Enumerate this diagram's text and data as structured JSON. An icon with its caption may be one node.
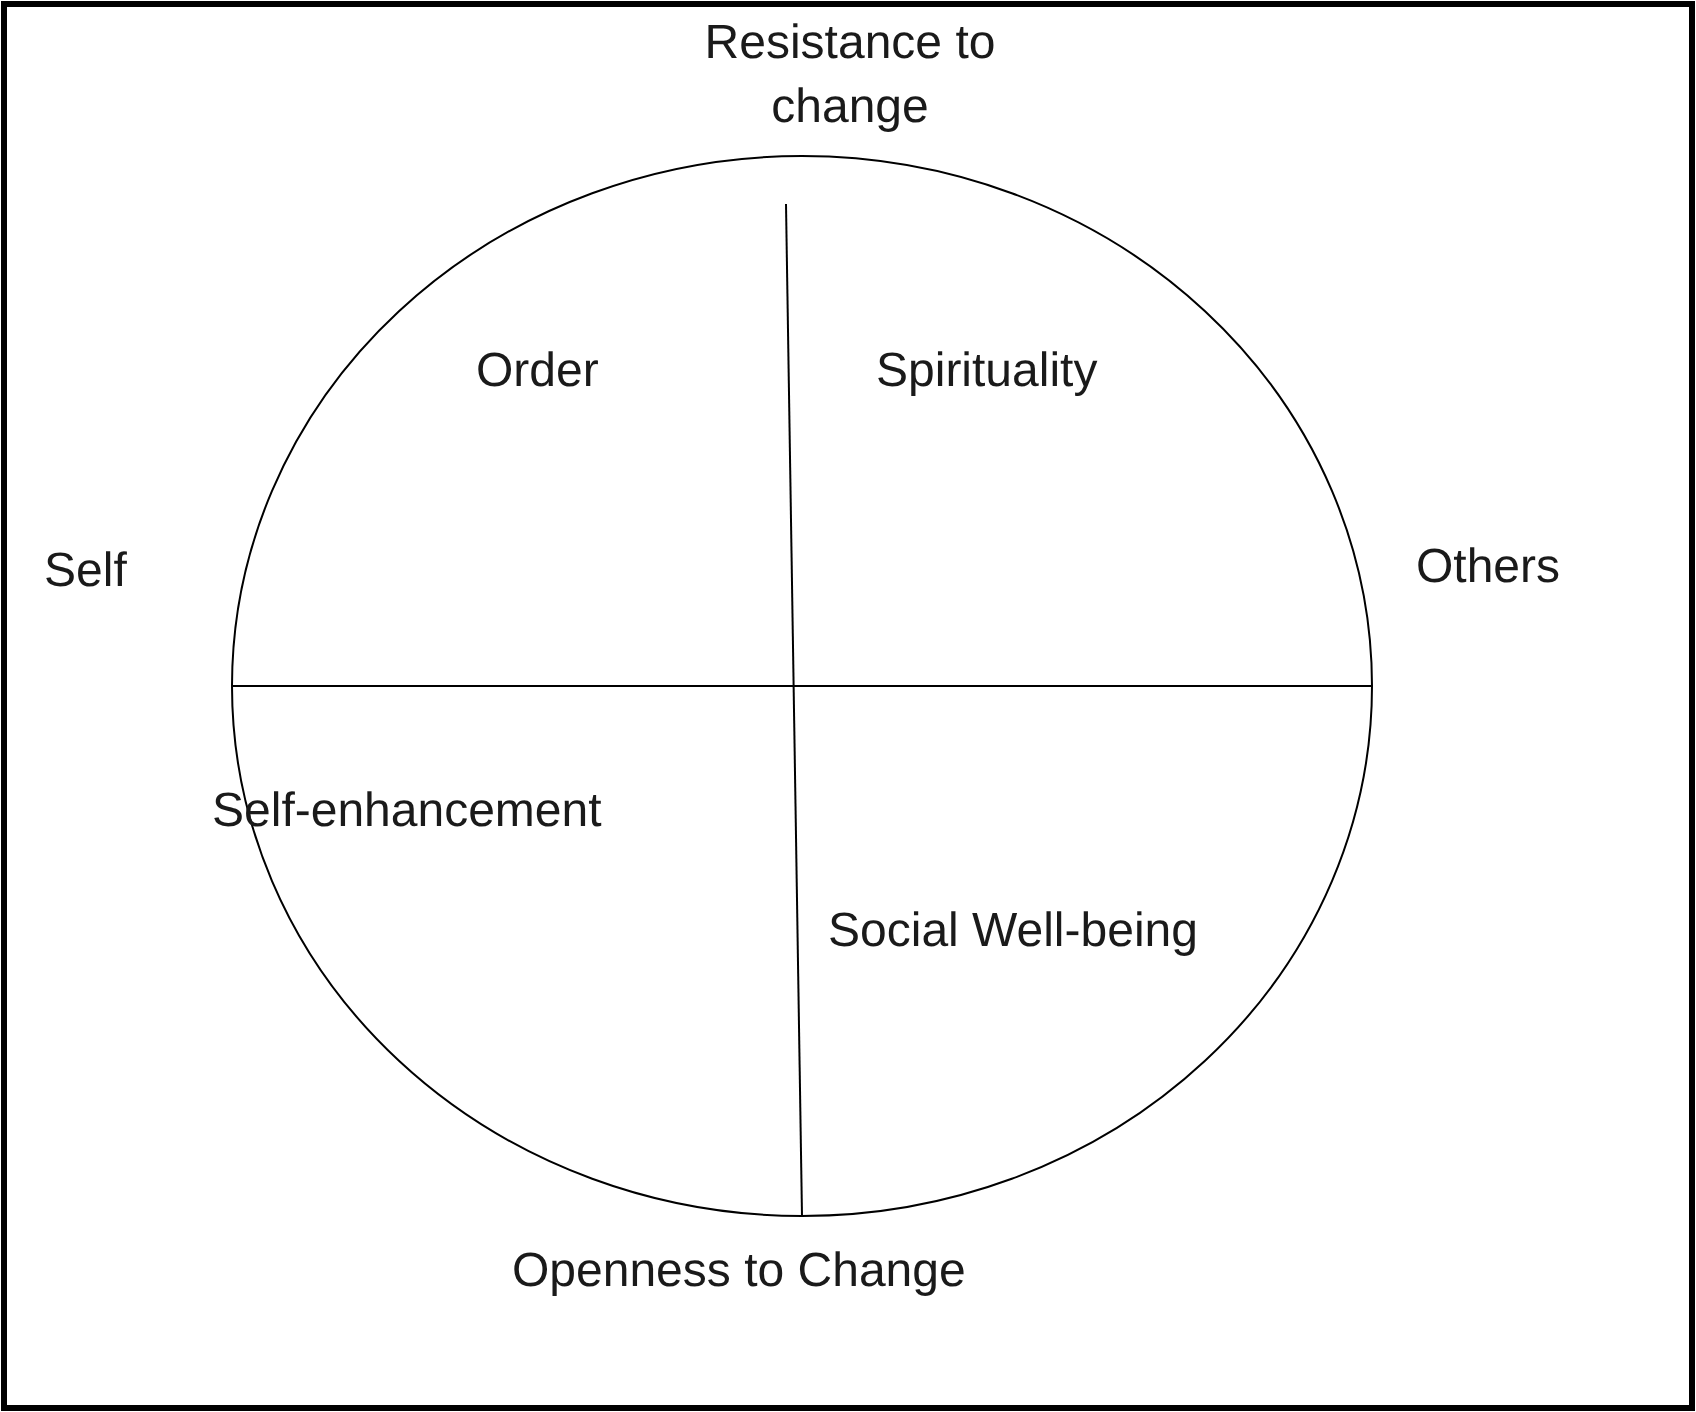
{
  "diagram": {
    "labels": [
      "Resistance to change",
      "Order",
      "Spirituality",
      "Self",
      "Others",
      "Self-enhancement",
      "Social Well-being",
      "Openness to Change"
    ]
  }
}
